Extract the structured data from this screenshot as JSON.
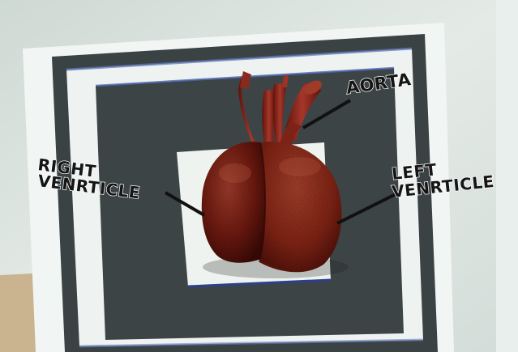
{
  "labels": {
    "aorta": "AORTA",
    "right_line1": "RIGHT",
    "right_line2": "VENRTICLE",
    "left_line1": "LEFT",
    "left_line2": "VENRTICLE"
  },
  "colors": {
    "background_wall": "#dfe7e3",
    "marker_dark": "#3c4446",
    "marker_light": "#eef3f0",
    "heart_base": "#7a1d12",
    "heart_highlight": "#a8402e",
    "label_text": "#151515"
  }
}
